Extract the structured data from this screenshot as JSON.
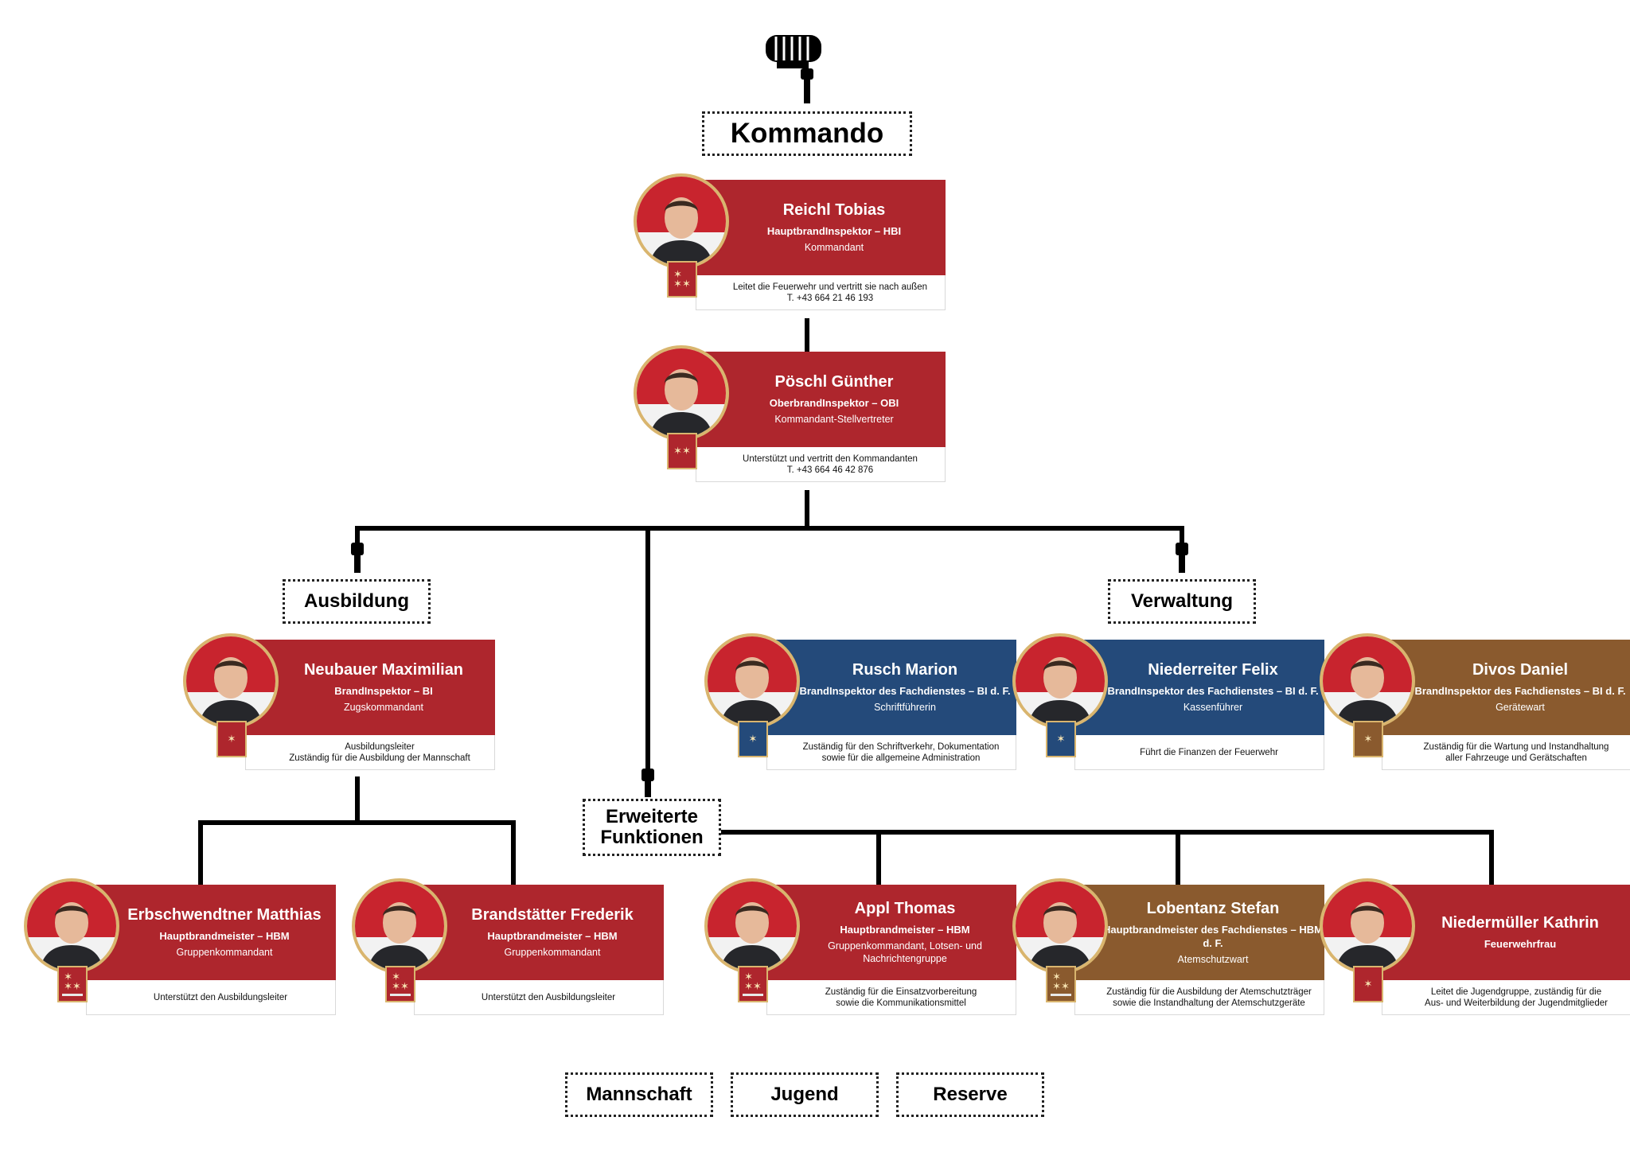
{
  "sections": {
    "kommando": "Kommando",
    "ausbildung": "Ausbildung",
    "verwaltung": "Verwaltung",
    "erweiterte": "Erweiterte Funktionen",
    "mannschaft": "Mannschaft",
    "jugend": "Jugend",
    "reserve": "Reserve"
  },
  "colors": {
    "red": "#ae262d",
    "blue": "#244a7a",
    "brown": "#8a5a2e",
    "gold": "#d9b56e"
  },
  "people": [
    {
      "name": "Reichl Tobias",
      "rank": "HauptbrandInspektor – HBI",
      "function": "Kommandant",
      "desc1": "Leitet die Feuerwehr und vertritt sie nach außen",
      "desc2": "T. +43 664 21 46 193",
      "color": "red",
      "badge": "3-stars"
    },
    {
      "name": "Pöschl Günther",
      "rank": "OberbrandInspektor – OBI",
      "function": "Kommandant-Stellvertreter",
      "desc1": "Unterstützt und vertritt den Kommandanten",
      "desc2": "T. +43 664 46 42 876",
      "color": "red",
      "badge": "2-stars"
    },
    {
      "name": "Neubauer Maximilian",
      "rank": "BrandInspektor – BI",
      "function": "Zugskommandant",
      "desc1": "Ausbildungsleiter",
      "desc2": "Zuständig für die Ausbildung der Mannschaft",
      "color": "red",
      "badge": "1-star"
    },
    {
      "name": "Rusch Marion",
      "rank": "BrandInspektor des Fachdienstes – BI d. F.",
      "function": "Schriftführerin",
      "desc1": "Zuständig für den Schriftverkehr, Dokumentation",
      "desc2": "sowie für die allgemeine Administration",
      "color": "blue",
      "badge": "1-star"
    },
    {
      "name": "Niederreiter Felix",
      "rank": "BrandInspektor des Fachdienstes – BI d. F.",
      "function": "Kassenführer",
      "desc1": "Führt die Finanzen der Feuerwehr",
      "desc2": "",
      "color": "blue",
      "badge": "1-star"
    },
    {
      "name": "Divos Daniel",
      "rank": "BrandInspektor des Fachdienstes – BI d. F.",
      "function": "Gerätewart",
      "desc1": "Zuständig für die Wartung und Instandhaltung",
      "desc2": "aller Fahrzeuge und Gerätschaften",
      "color": "brown",
      "badge": "1-star"
    },
    {
      "name": "Erbschwendtner Matthias",
      "rank": "Hauptbrandmeister – HBM",
      "function": "Gruppenkommandant",
      "desc1": "Unterstützt den Ausbildungsleiter",
      "desc2": "",
      "color": "red",
      "badge": "3-stars-bar"
    },
    {
      "name": "Brandstätter Frederik",
      "rank": "Hauptbrandmeister – HBM",
      "function": "Gruppenkommandant",
      "desc1": "Unterstützt den Ausbildungsleiter",
      "desc2": "",
      "color": "red",
      "badge": "3-stars-bar"
    },
    {
      "name": "Appl Thomas",
      "rank": "Hauptbrandmeister – HBM",
      "function": "Gruppenkommandant, Lotsen- und Nachrichtengruppe",
      "desc1": "Zuständig für die Einsatzvorbereitung",
      "desc2": "sowie die Kommunikationsmittel",
      "color": "red",
      "badge": "3-stars-bar"
    },
    {
      "name": "Lobentanz Stefan",
      "rank": "Hauptbrandmeister des Fachdienstes – HBM d. F.",
      "function": "Atemschutzwart",
      "desc1": "Zuständig für die Ausbildung der Atemschutzträger",
      "desc2": "sowie die Instandhaltung der Atemschutzgeräte",
      "color": "brown",
      "badge": "3-stars-bar"
    },
    {
      "name": "Niedermüller Kathrin",
      "rank": "Feuerwehrfrau",
      "function": "",
      "desc1": "Leitet die Jugendgruppe, zuständig für die",
      "desc2": "Aus- und Weiterbildung der Jugendmitglieder",
      "color": "red",
      "badge": "1-star"
    }
  ]
}
